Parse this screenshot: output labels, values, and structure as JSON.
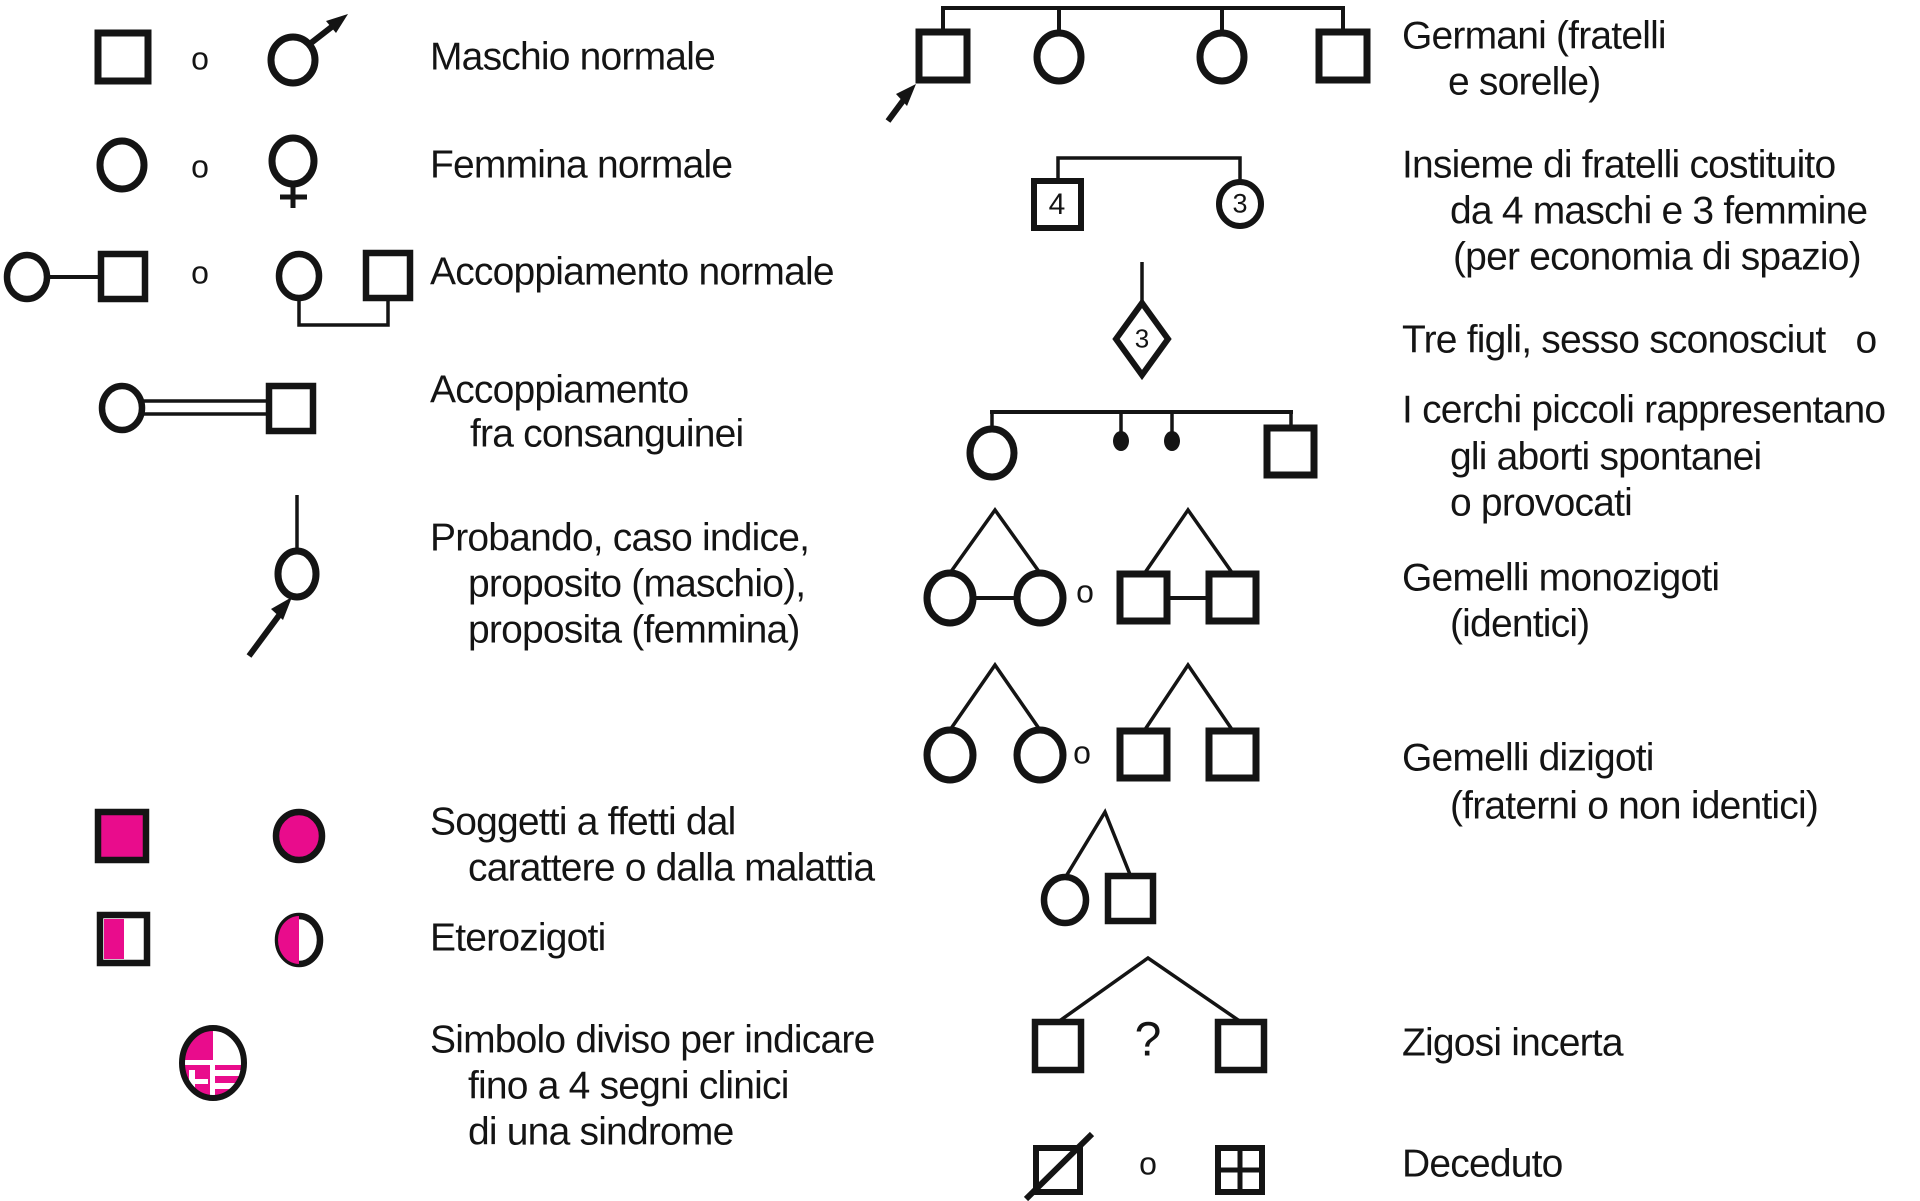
{
  "colors": {
    "affected": "#e90c8c",
    "ink": "#141414"
  },
  "separator_o": "o",
  "question_mark": "?",
  "counts": {
    "males": "4",
    "females": "3",
    "unknown_sex_children": "3"
  },
  "left": {
    "maschio": [
      "Maschio normale"
    ],
    "femmina": [
      "Femmina normale"
    ],
    "accoppiamento": [
      "Accoppiamento normale"
    ],
    "consanguinei": [
      "Accoppiamento",
      "fra consanguinei"
    ],
    "probando": [
      "Probando, caso indice,",
      "proposito (maschio),",
      "proposita (femmina)"
    ],
    "affetti": [
      "Soggetti a ffetti dal",
      "carattere o dalla malattia"
    ],
    "eterozigoti": [
      "Eterozigoti"
    ],
    "simbolo": [
      "Simbolo diviso per indicare",
      "fino a 4 segni clinici",
      "di una sindrome"
    ]
  },
  "right": {
    "germani": [
      "Germani (fratelli",
      "e sorelle)"
    ],
    "insieme": [
      "Insieme di fratelli costituito",
      "da 4 maschi e 3 femmine",
      "(per economia di spazio)"
    ],
    "trefigli": [
      "Tre figli, sesso sconosciut   o"
    ],
    "aborti": [
      "I cerchi piccoli rappresentano",
      "gli aborti spontanei",
      "o provocati"
    ],
    "monozigoti": [
      "Gemelli monozigoti",
      "(identici)"
    ],
    "dizigoti": [
      "Gemelli dizigoti",
      "(fraterni o non identici)"
    ],
    "zigosi": [
      "Zigosi incerta"
    ],
    "deceduto": [
      "Deceduto"
    ]
  }
}
